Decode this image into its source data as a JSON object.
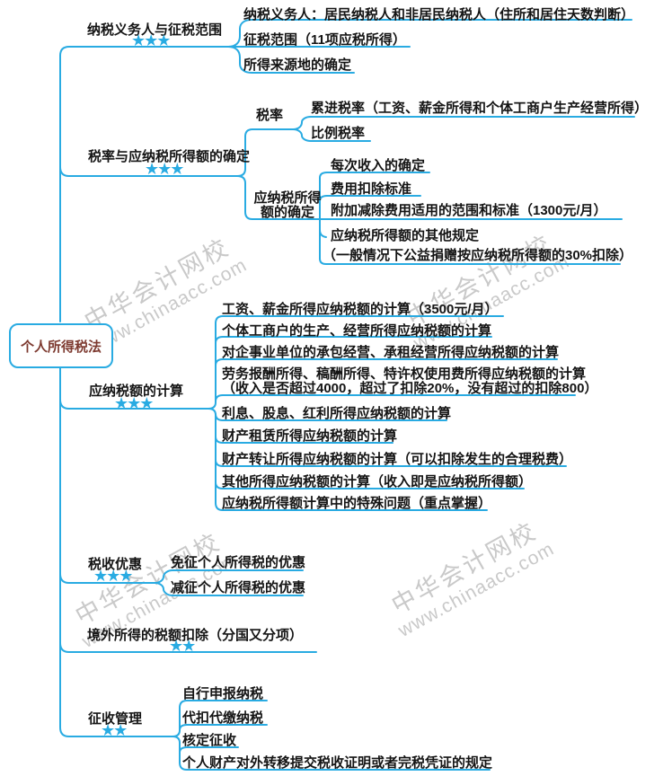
{
  "root": {
    "label": "个人所得税法"
  },
  "watermark": {
    "line1": "中华会计网校",
    "line2": "www.chinaacc.com"
  },
  "colors": {
    "line": "#29abe2",
    "stars": "#29abe2",
    "text": "#141414",
    "root_text": "#7d3a30",
    "watermark": "#c9c9c9"
  },
  "branches": [
    {
      "label": "纳税义务人与征税范围",
      "stars": "★★★",
      "children": [
        "纳税义务人：居民纳税人和非居民纳税人（住所和居住天数判断）",
        "征税范围（11项应税所得）",
        "所得来源地的确定"
      ]
    },
    {
      "label": "税率与应纳税所得额的确定",
      "stars": "★★★",
      "subnodes": [
        {
          "label": "税率",
          "children": [
            "累进税率（工资、薪金所得和个体工商户生产经营所得）",
            "比例税率"
          ]
        },
        {
          "label": "应纳税所得额的确定",
          "children": [
            "每次收入的确定",
            "费用扣除标准",
            "附加减除费用适用的范围和标准（1300元/月）",
            "应纳税所得额的其他规定",
            "（一般情况下公益捐赠按应纳税所得额的30%扣除）"
          ]
        }
      ]
    },
    {
      "label": "应纳税额的计算",
      "stars": "★★★",
      "children": [
        "工资、薪金所得应纳税额的计算（3500元/月）",
        "个体工商户的生产、经营所得应纳税额的计算",
        "对企事业单位的承包经营、承租经营所得应纳税额的计算",
        "劳务报酬所得、稿酬所得、特许权使用费所得应纳税额的计算",
        "（收入是否超过4000，超过了扣除20%，没有超过的扣除800）",
        "利息、股息、红利所得应纳税额的计算",
        "财产租赁所得应纳税额的计算",
        "财产转让所得应纳税额的计算（可以扣除发生的合理税费）",
        "其他所得应纳税额的计算（收入即是应纳税所得额）",
        "应纳税所得额计算中的特殊问题（重点掌握）"
      ]
    },
    {
      "label": "税收优惠",
      "stars": "★★★",
      "children": [
        "免征个人所得税的优惠",
        "减征个人所得税的优惠"
      ]
    },
    {
      "label": "境外所得的税额扣除（分国又分项）",
      "stars": "★★",
      "children": []
    },
    {
      "label": "征收管理",
      "stars": "★★",
      "children": [
        "自行申报纳税",
        "代扣代缴纳税",
        "核定征收",
        "个人财产对外转移提交税收证明或者完税凭证的规定"
      ]
    }
  ]
}
